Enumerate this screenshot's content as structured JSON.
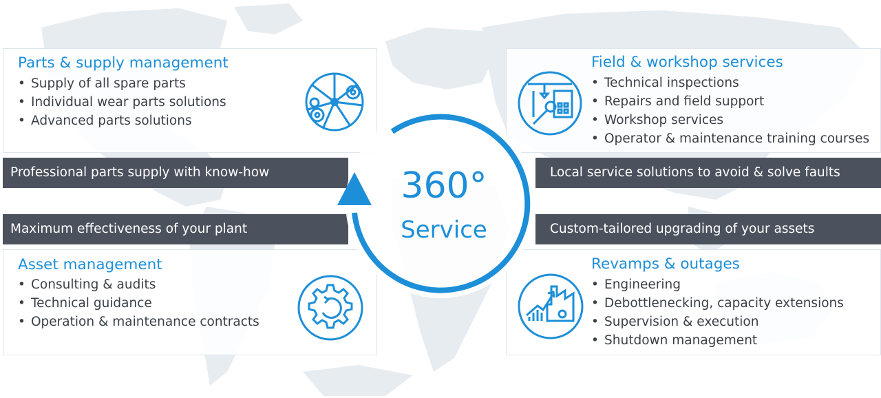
{
  "center": {
    "big": "360°",
    "small": "Service"
  },
  "panels": {
    "top_left": {
      "title": "Parts & supply management",
      "items": [
        "Supply of all spare parts",
        "Individual wear parts solutions",
        "Advanced parts solutions"
      ],
      "icon": "parts-wheel-icon"
    },
    "top_right": {
      "title": "Field & workshop services",
      "items": [
        "Technical inspections",
        "Repairs and field support",
        "Workshop services",
        "Operator & maintenance training courses"
      ],
      "icon": "workshop-wrench-icon"
    },
    "bottom_left": {
      "title": "Asset management",
      "items": [
        "Consulting & audits",
        "Technical guidance",
        "Operation & maintenance contracts"
      ],
      "icon": "gear-cycle-icon"
    },
    "bottom_right": {
      "title": "Revamps & outages",
      "items": [
        "Engineering",
        "Debottlenecking, capacity extensions",
        "Supervision & execution",
        "Shutdown management"
      ],
      "icon": "plant-upgrade-icon"
    }
  },
  "bars": {
    "top_left": "Professional parts supply with know-how",
    "top_right": "Local service solutions to avoid & solve faults",
    "bottom_left": "Maximum effectiveness of your plant",
    "bottom_right": "Custom-tailored upgrading of your assets"
  },
  "colors": {
    "accent": "#1d8fd8",
    "bar": "#4b525d",
    "text": "#3b4048",
    "map": "#e6ebf0"
  }
}
